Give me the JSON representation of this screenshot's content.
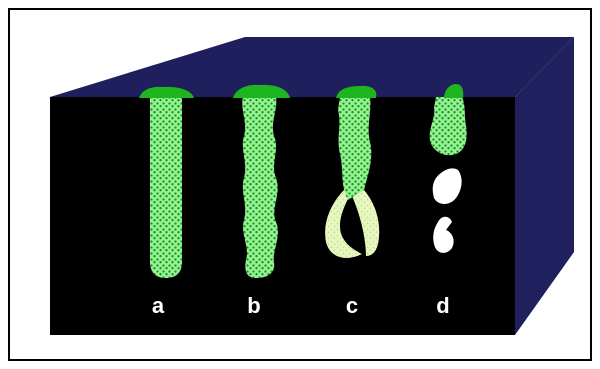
{
  "labels": [
    "a",
    "b",
    "c",
    "d"
  ],
  "colors": {
    "frame": "#000000",
    "block_front": "#000000",
    "block_top": "#1f1f5e",
    "block_side": "#20205f",
    "green_cap": "#1fb51f",
    "green_fill": "#9af09a",
    "green_dots": "#0a9a0a",
    "light_fill": "#e8f7c2",
    "white_fragment": "#ffffff"
  }
}
